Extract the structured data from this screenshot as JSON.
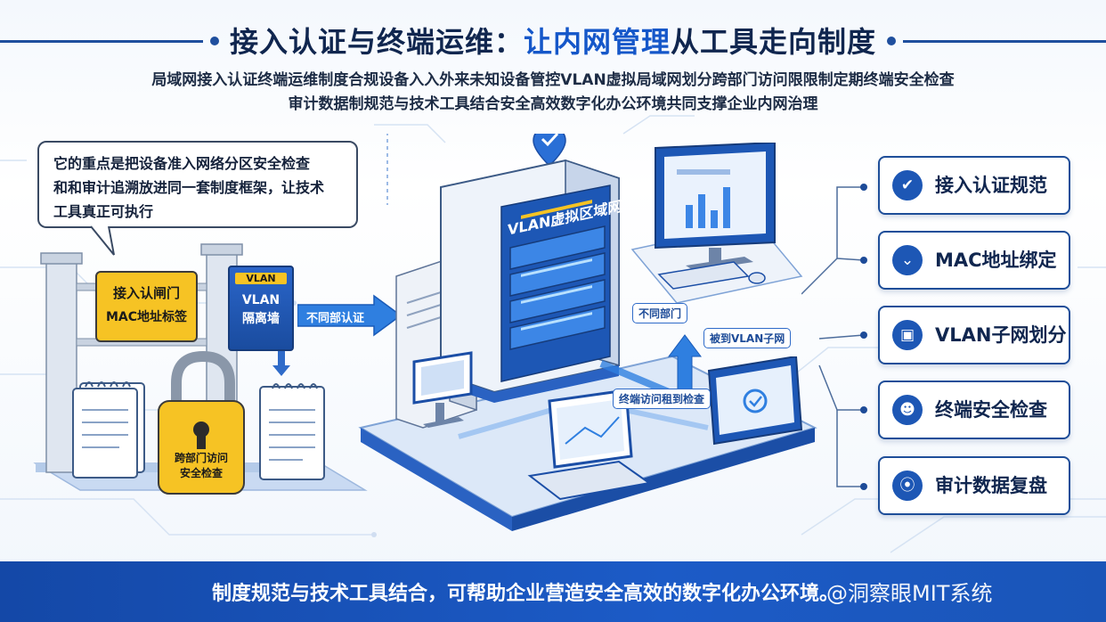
{
  "header": {
    "title_a": "接入认证与终端运维：",
    "title_b": "让内网管理",
    "title_c": "从工具走向制度",
    "subtitle_line1": "局域网接入认证终端运维制度合规设备入入外来未知设备管控VLAN虚拟局域网划分跨部门访问限限制定期终端安全检查",
    "subtitle_line2": "审计数据制规范与技术工具结合安全高效数字化办公环境共同支撑企业内网治理"
  },
  "bubble": {
    "line1": "它的重点是把设备准入网络分区安全检查",
    "line2": "和和审计追溯放进同一套制度框架，让技术",
    "line3": "工具真正可执行"
  },
  "left_illustration": {
    "gate_sign_line1": "接入认闸门",
    "gate_sign_line2": "MAC地址标签",
    "vlan_tag": "VLAN",
    "vlan_sign_line1": "VLAN",
    "vlan_sign_line2": "隔离墙",
    "lock_label_line1": "跨部门访问",
    "lock_label_line2": "安全检查"
  },
  "center_illustration": {
    "arrow_label": "不同部认证",
    "server_label": "VLAN虚拟区域网",
    "dept_label": "不同部门",
    "vlan_subnet_label": "被到VLAN子网",
    "terminal_check_label": "终端访问租到检查"
  },
  "cards": [
    {
      "label": "接入认证规范",
      "icon": "check-shield-icon",
      "glyph": "✔"
    },
    {
      "label": "MAC地址绑定",
      "icon": "chevron-down-icon",
      "glyph": "⌄"
    },
    {
      "label": "VLAN子网划分",
      "icon": "network-icon",
      "glyph": "▣"
    },
    {
      "label": "终端安全检查",
      "icon": "user-shield-icon",
      "glyph": "☻"
    },
    {
      "label": "审计数据复盘",
      "icon": "location-pin-icon",
      "glyph": "⦿"
    }
  ],
  "footer": {
    "banner": "制度规范与技术工具结合，可帮助企业营造安全高效的数字化办公环境。",
    "watermark": "@洞察眼MIT系统"
  },
  "colors": {
    "primary": "#1d57b5",
    "dark": "#10264f",
    "accent_yellow": "#f6c324",
    "banner": "#1a53b8"
  }
}
